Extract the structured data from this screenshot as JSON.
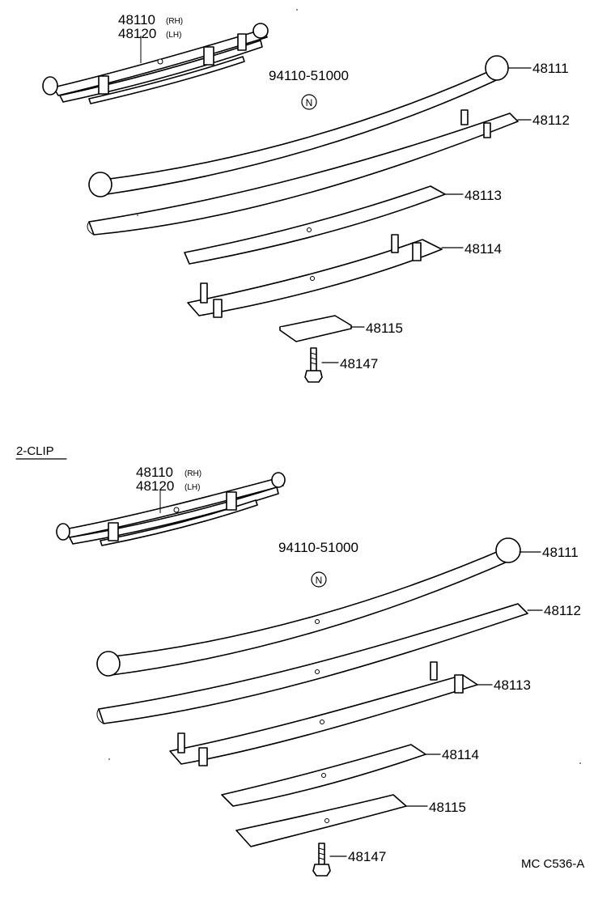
{
  "top_section": {
    "assembly_label_rh": "48110",
    "assembly_suffix_rh": "(RH)",
    "assembly_label_lh": "48120",
    "assembly_suffix_lh": "(LH)",
    "bolt_part_number": "94110-51000",
    "bolt_symbol": "N",
    "parts": [
      "48111",
      "48112",
      "48113",
      "48114",
      "48115",
      "48147"
    ]
  },
  "bottom_section": {
    "heading": "2-CLIP",
    "assembly_label_rh": "48110",
    "assembly_suffix_rh": "(RH)",
    "assembly_label_lh": "48120",
    "assembly_suffix_lh": "(LH)",
    "bolt_part_number": "94110-51000",
    "bolt_symbol": "N",
    "parts": [
      "48111",
      "48112",
      "48113",
      "48114",
      "48115",
      "48147"
    ]
  },
  "figure_code": "MC  C536-A"
}
